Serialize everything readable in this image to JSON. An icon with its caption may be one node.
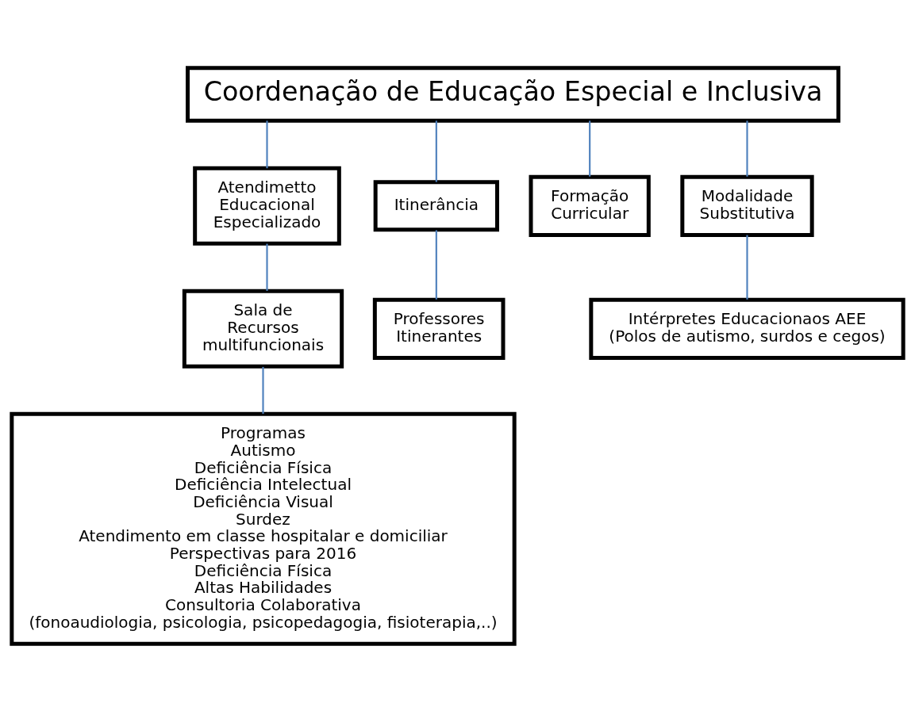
{
  "diagram": {
    "nodes": [
      {
        "text": [
          "Coordenação de Educação Especial e Inclusiva"
        ]
      },
      {
        "text": [
          "Atendimetto Educacional Especializado"
        ]
      },
      {
        "text": [
          "Itinerância"
        ]
      },
      {
        "text": [
          "Formação Curricular"
        ]
      },
      {
        "text": [
          "Modalidade Substitutiva"
        ]
      },
      {
        "text": [
          "Sala de Recursos multifuncionais"
        ]
      },
      {
        "text": [
          "Professores Itinerantes"
        ]
      },
      {
        "text": [
          "Intérpretes Educacionaos AEE",
          "(Polos de autismo, surdos e cegos)"
        ]
      },
      {
        "text": [
          "Programas",
          "Autismo",
          "Deficiência Física",
          "Deficiência Intelectual",
          "Deficiência Visual",
          "Surdez",
          "Atendimento em classe hospitalar e domiciliar",
          "Perspectivas para 2016",
          "Deficiência Física",
          "Altas Habilidades",
          "Consultoria Colaborativa",
          "(fonoaudiologia, psicologia, psicopedagogia, fisioterapia,..)"
        ]
      }
    ],
    "edges": [
      {
        "from": 0,
        "to": 1,
        "arrow": "none"
      },
      {
        "from": 0,
        "to": 2,
        "arrow": "none"
      },
      {
        "from": 0,
        "to": 3,
        "arrow": "none"
      },
      {
        "from": 0,
        "to": 4,
        "arrow": "none"
      },
      {
        "from": 1,
        "to": 5,
        "arrow": "none"
      },
      {
        "from": 2,
        "to": 6,
        "arrow": "none"
      },
      {
        "from": 4,
        "to": 7,
        "arrow": "none"
      },
      {
        "from": 5,
        "to": 8,
        "arrow": "none"
      }
    ]
  }
}
